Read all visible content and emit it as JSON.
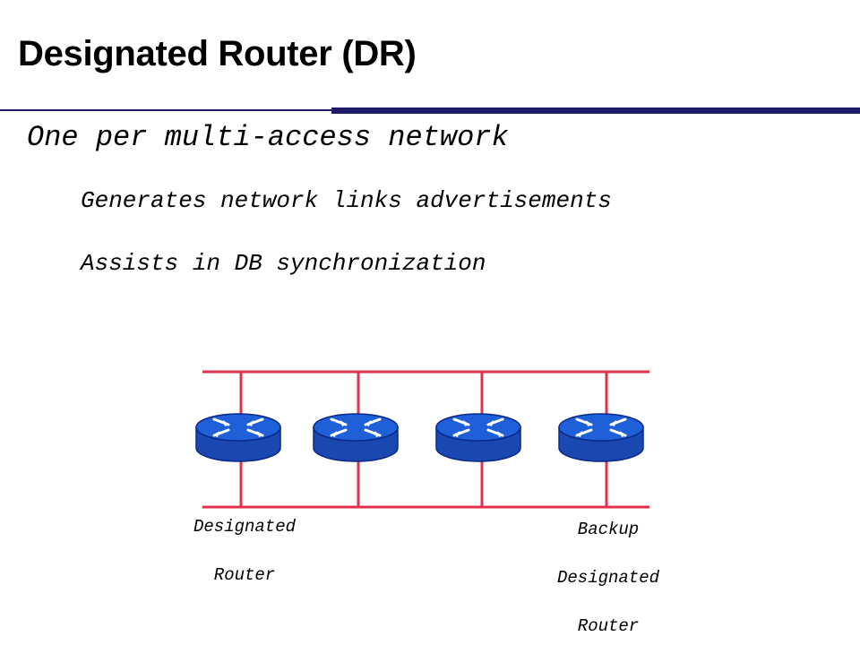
{
  "slide": {
    "title": "Designated Router (DR)",
    "bullet": "One per multi-access network",
    "sub_bullets": [
      "Generates network links advertisements",
      "Assists in DB synchronization"
    ]
  },
  "diagram": {
    "colors": {
      "network_line": "#e0304c",
      "router_body": "#1f5fd8",
      "router_side": "#1848b0",
      "router_edge": "#0a2a8a",
      "arrow": "#ffffff"
    },
    "routers": [
      {
        "name": "router-1",
        "label_lines": [
          "Designated",
          "Router"
        ]
      },
      {
        "name": "router-2",
        "label_lines": []
      },
      {
        "name": "router-3",
        "label_lines": []
      },
      {
        "name": "router-4",
        "label_lines": [
          "Backup",
          "Designated",
          "Router"
        ]
      }
    ]
  }
}
